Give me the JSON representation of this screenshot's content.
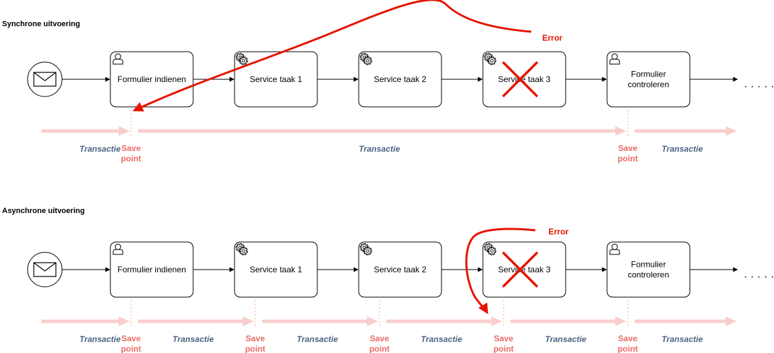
{
  "sections": [
    {
      "title": "Synchrone uitvoering",
      "tasks": [
        {
          "label": [
            "Formulier indienen"
          ],
          "kind": "user"
        },
        {
          "label": [
            "Service taak 1"
          ],
          "kind": "service"
        },
        {
          "label": [
            "Service taak 2"
          ],
          "kind": "service"
        },
        {
          "label": [
            "Service taak 3"
          ],
          "kind": "service",
          "failed": true
        },
        {
          "label": [
            "Formulier",
            "controleren"
          ],
          "kind": "user"
        }
      ],
      "continuation": "· · · · ·",
      "transaction_label": "Transactie",
      "save_point": [
        "Save",
        "point"
      ],
      "save_points_after_tasks": [
        0,
        4
      ],
      "error_label": "Error",
      "error_returns_to_after_task": 0
    },
    {
      "title": "Asynchrone uitvoering",
      "tasks": [
        {
          "label": [
            "Formulier indienen"
          ],
          "kind": "user"
        },
        {
          "label": [
            "Service taak 1"
          ],
          "kind": "service"
        },
        {
          "label": [
            "Service taak 2"
          ],
          "kind": "service"
        },
        {
          "label": [
            "Service taak 3"
          ],
          "kind": "service",
          "failed": true
        },
        {
          "label": [
            "Formulier",
            "controleren"
          ],
          "kind": "user"
        }
      ],
      "continuation": "· · · · ·",
      "transaction_label": "Transactie",
      "save_point": [
        "Save",
        "point"
      ],
      "save_points_after_tasks": [
        0,
        1,
        2,
        3,
        4
      ],
      "error_label": "Error",
      "error_returns_to_after_task": 3
    }
  ],
  "colors": {
    "transaction_arrow": "#f8cecc",
    "save_point_text": "#ea6b66",
    "transaction_text": "#4d6282",
    "error": "#e51400",
    "task_stroke": "#000000"
  },
  "icons": {
    "start_event": "envelope-icon",
    "user_task": "user-icon",
    "service_task": "gear-icon",
    "failure": "cross-icon"
  }
}
